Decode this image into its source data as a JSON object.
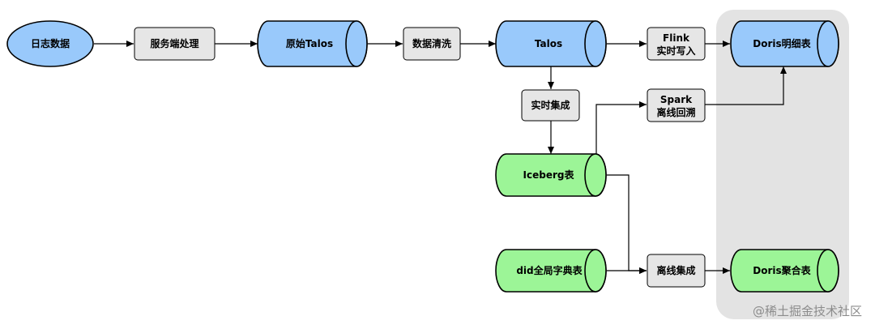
{
  "colors": {
    "blue_fill": "#99c9fb",
    "green_fill": "#9cf597",
    "box_fill": "#e6e6e6",
    "group_fill": "#e3e3e3",
    "stroke": "#000000"
  },
  "nodes": {
    "log_data": {
      "label": "日志数据"
    },
    "server_process": {
      "label": "服务端处理"
    },
    "raw_talos": {
      "label": "原始Talos"
    },
    "data_clean": {
      "label": "数据清洗"
    },
    "talos": {
      "label": "Talos"
    },
    "flink_write": {
      "line1": "Flink",
      "line2": "实时写入"
    },
    "doris_detail": {
      "label": "Doris明细表"
    },
    "realtime_integrate": {
      "label": "实时集成"
    },
    "spark_backfill": {
      "line1": "Spark",
      "line2": "离线回溯"
    },
    "iceberg_table": {
      "label": "Iceberg表"
    },
    "did_dict_table": {
      "label": "did全局字典表"
    },
    "offline_integrate": {
      "label": "离线集成"
    },
    "doris_agg": {
      "label": "Doris聚合表"
    }
  },
  "watermark": "@稀土掘金技术社区"
}
